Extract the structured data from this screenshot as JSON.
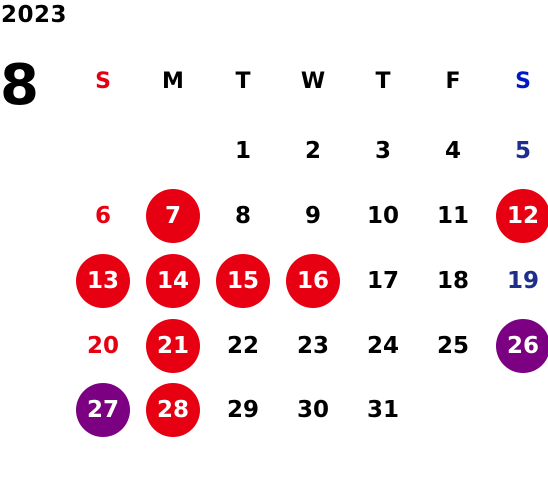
{
  "year": "2023",
  "month": "8",
  "colors": {
    "default": "#000000",
    "sunday": "#e60012",
    "saturday": "#1d2e8c",
    "holiday_circle": "#e60012",
    "special_circle": "#7b0082",
    "circle_text": "#ffffff"
  },
  "weekdays": [
    {
      "label": "S",
      "color": "#e60012"
    },
    {
      "label": "M",
      "color": "#000000"
    },
    {
      "label": "T",
      "color": "#000000"
    },
    {
      "label": "W",
      "color": "#000000"
    },
    {
      "label": "T",
      "color": "#000000"
    },
    {
      "label": "F",
      "color": "#000000"
    },
    {
      "label": "S",
      "color": "#0018c8"
    }
  ],
  "weeks": [
    [
      null,
      null,
      {
        "day": "1"
      },
      {
        "day": "2"
      },
      {
        "day": "3"
      },
      {
        "day": "4"
      },
      {
        "day": "5",
        "type": "saturday"
      }
    ],
    [
      {
        "day": "6",
        "type": "sunday"
      },
      {
        "day": "7",
        "mark": "red"
      },
      {
        "day": "8"
      },
      {
        "day": "9"
      },
      {
        "day": "10"
      },
      {
        "day": "11"
      },
      {
        "day": "12",
        "mark": "red"
      }
    ],
    [
      {
        "day": "13",
        "mark": "red"
      },
      {
        "day": "14",
        "mark": "red"
      },
      {
        "day": "15",
        "mark": "red"
      },
      {
        "day": "16",
        "mark": "red"
      },
      {
        "day": "17"
      },
      {
        "day": "18"
      },
      {
        "day": "19",
        "type": "saturday"
      }
    ],
    [
      {
        "day": "20",
        "type": "sunday"
      },
      {
        "day": "21",
        "mark": "red"
      },
      {
        "day": "22"
      },
      {
        "day": "23"
      },
      {
        "day": "24"
      },
      {
        "day": "25"
      },
      {
        "day": "26",
        "mark": "purple"
      }
    ],
    [
      {
        "day": "27",
        "mark": "purple"
      },
      {
        "day": "28",
        "mark": "red"
      },
      {
        "day": "29"
      },
      {
        "day": "30"
      },
      {
        "day": "31"
      },
      null,
      null
    ]
  ]
}
